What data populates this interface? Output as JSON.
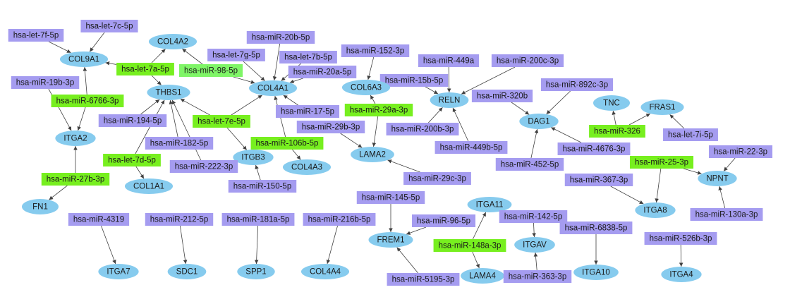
{
  "colors": {
    "mirna": "#a59cf0",
    "mirna_key": "#77ef1f",
    "mirna_key_light": "#7ff567",
    "gene": "#86cbee",
    "edge": "#404040"
  },
  "nodes": [
    {
      "id": "let7f5p",
      "label": "hsa-let-7f-5p",
      "type": "mirna"
    },
    {
      "id": "let7c5p",
      "label": "hsa-let-7c-5p",
      "type": "mirna"
    },
    {
      "id": "COL9A1",
      "label": "COL9A1",
      "type": "gene"
    },
    {
      "id": "COL4A2",
      "label": "COL4A2",
      "type": "gene"
    },
    {
      "id": "let7a5p",
      "label": "hsa-let-7a-5p",
      "type": "mirna_key"
    },
    {
      "id": "miR98",
      "label": "hsa-miR-98-5p",
      "type": "mirna_key_light"
    },
    {
      "id": "miR20b",
      "label": "hsa-miR-20b-5p",
      "type": "mirna"
    },
    {
      "id": "let7g",
      "label": "hsa-let-7g-5p",
      "type": "mirna"
    },
    {
      "id": "let7b",
      "label": "hsa-let-7b-5p",
      "type": "mirna"
    },
    {
      "id": "miR20a",
      "label": "hsa-miR-20a-5p",
      "type": "mirna"
    },
    {
      "id": "COL4A1",
      "label": "COL4A1",
      "type": "gene"
    },
    {
      "id": "miR152",
      "label": "hsa-miR-152-3p",
      "type": "mirna"
    },
    {
      "id": "miR449a",
      "label": "hsa-miR-449a",
      "type": "mirna"
    },
    {
      "id": "miR200c",
      "label": "hsa-miR-200c-3p",
      "type": "mirna"
    },
    {
      "id": "miR15b",
      "label": "hsa-miR-15b-5p",
      "type": "mirna"
    },
    {
      "id": "COL6A3",
      "label": "COL6A3",
      "type": "gene"
    },
    {
      "id": "RELN",
      "label": "RELN",
      "type": "gene"
    },
    {
      "id": "miR320b",
      "label": "hsa-miR-320b",
      "type": "mirna"
    },
    {
      "id": "miR892c",
      "label": "hsa-miR-892c-3p",
      "type": "mirna"
    },
    {
      "id": "TNC",
      "label": "TNC",
      "type": "gene"
    },
    {
      "id": "FRAS1",
      "label": "FRAS1",
      "type": "gene"
    },
    {
      "id": "miR19b",
      "label": "hsa-miR-19b-3p",
      "type": "mirna"
    },
    {
      "id": "THBS1",
      "label": "THBS1",
      "type": "gene"
    },
    {
      "id": "miR6766",
      "label": "hsa-miR-6766-3p",
      "type": "mirna_key"
    },
    {
      "id": "ITGA2",
      "label": "ITGA2",
      "type": "gene"
    },
    {
      "id": "miR194",
      "label": "hsa-miR-194-5p",
      "type": "mirna"
    },
    {
      "id": "let7e",
      "label": "hsa-let-7e-5p",
      "type": "mirna_key"
    },
    {
      "id": "miR17",
      "label": "hsa-miR-17-5p",
      "type": "mirna"
    },
    {
      "id": "miR29a",
      "label": "hsa-miR-29a-3p",
      "type": "mirna_key"
    },
    {
      "id": "miR200b",
      "label": "hsa-miR-200b-3p",
      "type": "mirna"
    },
    {
      "id": "DAG1",
      "label": "DAG1",
      "type": "gene"
    },
    {
      "id": "miR326",
      "label": "hsa-miR-326",
      "type": "mirna_key"
    },
    {
      "id": "let7i",
      "label": "hsa-let-7i-5p",
      "type": "mirna"
    },
    {
      "id": "miR182",
      "label": "hsa-miR-182-5p",
      "type": "mirna"
    },
    {
      "id": "miR29b",
      "label": "hsa-miR-29b-3p",
      "type": "mirna"
    },
    {
      "id": "miR106b",
      "label": "hsa-miR-106b-5p",
      "type": "mirna_key"
    },
    {
      "id": "ITGB3",
      "label": "ITGB3",
      "type": "gene"
    },
    {
      "id": "miR449b",
      "label": "hsa-miR-449b-5p",
      "type": "mirna"
    },
    {
      "id": "miR4676",
      "label": "hsa-miR-4676-3p",
      "type": "mirna"
    },
    {
      "id": "miR22",
      "label": "hsa-miR-22-3p",
      "type": "mirna"
    },
    {
      "id": "let7d",
      "label": "hsa-let-7d-5p",
      "type": "mirna_key"
    },
    {
      "id": "miR222",
      "label": "hsa-miR-222-3p",
      "type": "mirna"
    },
    {
      "id": "LAMA2",
      "label": "LAMA2",
      "type": "gene"
    },
    {
      "id": "COL4A3",
      "label": "COL4A3",
      "type": "gene"
    },
    {
      "id": "miR452",
      "label": "hsa-miR-452-5p",
      "type": "mirna"
    },
    {
      "id": "miR25",
      "label": "hsa-miR-25-3p",
      "type": "mirna_key"
    },
    {
      "id": "miR27b",
      "label": "hsa-miR-27b-3p",
      "type": "mirna_key"
    },
    {
      "id": "miR29c",
      "label": "hsa-miR-29c-3p",
      "type": "mirna"
    },
    {
      "id": "miR367",
      "label": "hsa-miR-367-3p",
      "type": "mirna"
    },
    {
      "id": "NPNT",
      "label": "NPNT",
      "type": "gene"
    },
    {
      "id": "COL1A1",
      "label": "COL1A1",
      "type": "gene"
    },
    {
      "id": "miR150",
      "label": "hsa-miR-150-5p",
      "type": "mirna"
    },
    {
      "id": "miR145",
      "label": "hsa-miR-145-5p",
      "type": "mirna"
    },
    {
      "id": "ITGA11",
      "label": "ITGA11",
      "type": "gene"
    },
    {
      "id": "FN1",
      "label": "FN1",
      "type": "gene"
    },
    {
      "id": "ITGA8",
      "label": "ITGA8",
      "type": "gene"
    },
    {
      "id": "miR142",
      "label": "hsa-miR-142-5p",
      "type": "mirna"
    },
    {
      "id": "miR4319",
      "label": "hsa-miR-4319",
      "type": "mirna"
    },
    {
      "id": "miR212",
      "label": "hsa-miR-212-5p",
      "type": "mirna"
    },
    {
      "id": "miR181a",
      "label": "hsa-miR-181a-5p",
      "type": "mirna"
    },
    {
      "id": "miR216b",
      "label": "hsa-miR-216b-5p",
      "type": "mirna"
    },
    {
      "id": "miR96",
      "label": "hsa-miR-96-5p",
      "type": "mirna"
    },
    {
      "id": "miR130a",
      "label": "hsa-miR-130a-3p",
      "type": "mirna"
    },
    {
      "id": "miR6838",
      "label": "hsa-miR-6838-5p",
      "type": "mirna"
    },
    {
      "id": "miR526b",
      "label": "hsa-miR-526b-3p",
      "type": "mirna"
    },
    {
      "id": "FREM1",
      "label": "FREM1",
      "type": "gene"
    },
    {
      "id": "miR148a",
      "label": "hsa-miR-148a-3p",
      "type": "mirna_key"
    },
    {
      "id": "ITGAV",
      "label": "ITGAV",
      "type": "gene"
    },
    {
      "id": "ITGA7",
      "label": "ITGA7",
      "type": "gene"
    },
    {
      "id": "SDC1",
      "label": "SDC1",
      "type": "gene"
    },
    {
      "id": "SPP1",
      "label": "SPP1",
      "type": "gene"
    },
    {
      "id": "COL4A4",
      "label": "COL4A4",
      "type": "gene"
    },
    {
      "id": "LAMA4",
      "label": "LAMA4",
      "type": "gene"
    },
    {
      "id": "miR363",
      "label": "hsa-miR-363-3p",
      "type": "mirna"
    },
    {
      "id": "ITGA10",
      "label": "ITGA10",
      "type": "gene"
    },
    {
      "id": "ITGA4",
      "label": "ITGA4",
      "type": "gene"
    },
    {
      "id": "miR5195",
      "label": "hsa-miR-5195-3p",
      "type": "mirna"
    }
  ],
  "edges": [
    [
      "let7f5p",
      "COL9A1"
    ],
    [
      "let7c5p",
      "COL9A1"
    ],
    [
      "let7a5p",
      "COL9A1"
    ],
    [
      "miR6766",
      "COL9A1"
    ],
    [
      "let7a5p",
      "COL4A2"
    ],
    [
      "miR98",
      "COL4A2"
    ],
    [
      "let7a5p",
      "THBS1"
    ],
    [
      "miR19b",
      "ITGA2"
    ],
    [
      "miR6766",
      "ITGA2"
    ],
    [
      "miR27b",
      "ITGA2"
    ],
    [
      "miR27b",
      "FN1"
    ],
    [
      "miR194",
      "THBS1"
    ],
    [
      "miR182",
      "THBS1"
    ],
    [
      "miR222",
      "THBS1"
    ],
    [
      "let7e",
      "THBS1"
    ],
    [
      "let7d",
      "THBS1"
    ],
    [
      "let7d",
      "COL1A1"
    ],
    [
      "let7e",
      "ITGB3"
    ],
    [
      "miR150",
      "ITGB3"
    ],
    [
      "miR20b",
      "COL4A1"
    ],
    [
      "let7g",
      "COL4A1"
    ],
    [
      "let7b",
      "COL4A1"
    ],
    [
      "miR20a",
      "COL4A1"
    ],
    [
      "miR98",
      "COL4A1"
    ],
    [
      "miR17",
      "COL4A1"
    ],
    [
      "let7e",
      "COL4A1"
    ],
    [
      "miR106b",
      "COL4A1"
    ],
    [
      "miR106b",
      "COL4A3"
    ],
    [
      "miR152",
      "COL6A3"
    ],
    [
      "miR29a",
      "COL6A3"
    ],
    [
      "miR29a",
      "LAMA2"
    ],
    [
      "miR29b",
      "LAMA2"
    ],
    [
      "miR29c",
      "LAMA2"
    ],
    [
      "miR449a",
      "RELN"
    ],
    [
      "miR200c",
      "RELN"
    ],
    [
      "miR15b",
      "RELN"
    ],
    [
      "miR200b",
      "RELN"
    ],
    [
      "miR449b",
      "RELN"
    ],
    [
      "miR320b",
      "DAG1"
    ],
    [
      "miR892c",
      "DAG1"
    ],
    [
      "miR4676",
      "DAG1"
    ],
    [
      "miR452",
      "DAG1"
    ],
    [
      "miR326",
      "TNC"
    ],
    [
      "miR326",
      "FRAS1"
    ],
    [
      "let7i",
      "FRAS1"
    ],
    [
      "miR25",
      "ITGA8"
    ],
    [
      "miR25",
      "NPNT"
    ],
    [
      "miR22",
      "NPNT"
    ],
    [
      "miR367",
      "ITGA8"
    ],
    [
      "miR130a",
      "NPNT"
    ],
    [
      "miR145",
      "FREM1"
    ],
    [
      "miR96",
      "FREM1"
    ],
    [
      "miR5195",
      "FREM1"
    ],
    [
      "miR148a",
      "ITGA11"
    ],
    [
      "miR148a",
      "LAMA4"
    ],
    [
      "miR142",
      "ITGAV"
    ],
    [
      "miR363",
      "ITGAV"
    ],
    [
      "miR6838",
      "ITGA10"
    ],
    [
      "miR526b",
      "ITGA4"
    ],
    [
      "miR4319",
      "ITGA7"
    ],
    [
      "miR212",
      "SDC1"
    ],
    [
      "miR181a",
      "SPP1"
    ],
    [
      "miR216b",
      "COL4A4"
    ]
  ]
}
